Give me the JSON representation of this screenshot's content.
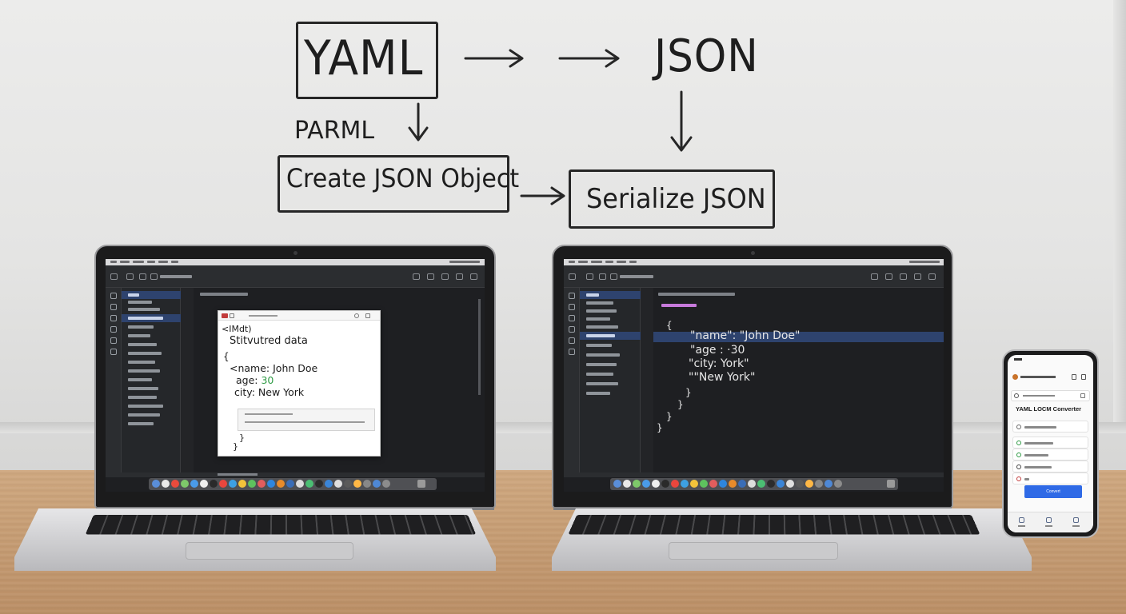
{
  "diagram": {
    "yaml": "YAML",
    "json": "JSON",
    "parml": "PARML",
    "create_json_object": "Create JSON Object",
    "serialize_json": "Serialize JSON"
  },
  "left_laptop": {
    "popup_lines": [
      "<IMdt)",
      "Stitvutred data",
      "{",
      "<name: John Doe",
      "age: 30",
      "city: New York",
      "}",
      "}"
    ]
  },
  "right_laptop": {
    "code_lines": [
      "{",
      "\"name\": \"John Doe\"",
      "\"age : ·30",
      "\"city: York\"",
      "\"\"New York\"",
      "}",
      "}",
      "}",
      "}"
    ]
  },
  "phone": {
    "title": "YAML LOCM Converter",
    "button_label": "Convert"
  },
  "colors": {
    "marker": "#1e1e1e",
    "ide_bg": "#1e1f22",
    "selection": "#2e436e",
    "accent_green": "#2e9a44",
    "phone_button": "#2f6ae6"
  }
}
